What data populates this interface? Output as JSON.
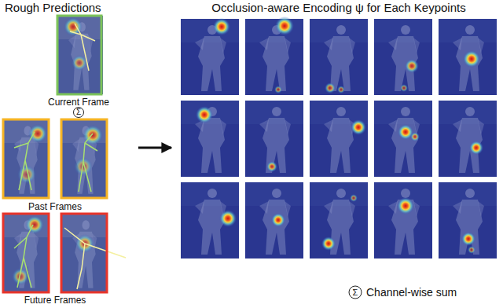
{
  "diagram": {
    "nodes": [
      {
        "text": [
          "Rough Predictions"
        ]
      },
      {
        "text": [
          "Occlusion-aware Encoding ψ for Each Keypoints"
        ]
      }
    ],
    "edges": [
      {
        "from": 0,
        "to": 1,
        "arrow": "to"
      }
    ],
    "labels": [
      "Current Frame",
      "Σ",
      "Past Frames",
      "Future Frames",
      "Σ"
    ],
    "legend": [
      {
        "text": "Channel-wise sum"
      }
    ]
  }
}
